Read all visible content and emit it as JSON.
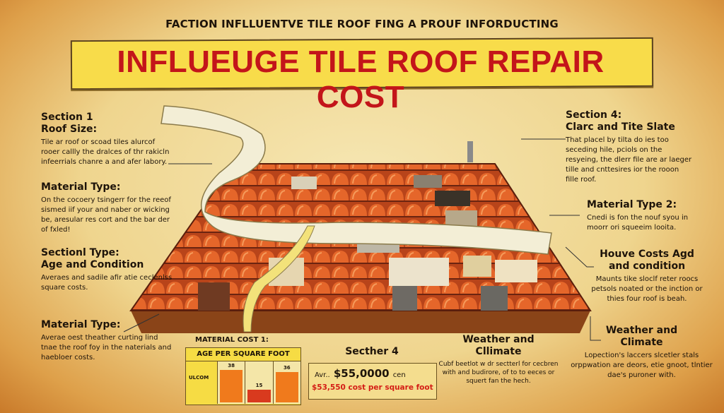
{
  "header": {
    "subtitle": "FACTION INFLLUENTVE TILE ROOF FING A PROUF INFORDUCTING",
    "title": "INFLUEUGE TILE ROOF REPAIR COST",
    "banner_color": "#f8dc4a",
    "title_color": "#c3151a"
  },
  "left_sections": [
    {
      "heading": "Section 1",
      "subheading": "Roof Size:",
      "text": "Tile ar roof or scoad tiles alurcof rooer callly the dralces of thr rakicln infeerrials chanre a and afer labory."
    },
    {
      "heading": "Material Type:",
      "subheading": "",
      "text": "On the cocoery tsingerr for the reeof sismed iif your and naber or wicking be, aresular res cort and the bar der of fxled!"
    },
    {
      "heading": "Sectionl Type:",
      "subheading": "Age and Condition",
      "text": "Averaes and sadile afir atie ceclenlss square costs."
    },
    {
      "heading": "Material Type:",
      "subheading": "",
      "text": "Averae oest theather curting lind tnae the roof foy in the naterials and haebloer costs."
    }
  ],
  "right_sections": [
    {
      "heading": "Section 4:",
      "subheading": "Clarc and Tite Slate",
      "text": "That placel by tilta do ies too seceding hile, pciols on the resyeing, the dlerr file are ar laeger tille and cnttesires ior the rooon fille roof."
    },
    {
      "heading": "Material Type 2:",
      "subheading": "",
      "text": "Cnedi is fon the nouf syou in moorr ori squeeim looita."
    },
    {
      "heading": "Houve Costs Agd",
      "subheading": "and condition",
      "text": "Maunts tike sloclf reter roocs petsols noated or the inction or thies four roof is beah."
    },
    {
      "heading": "Weather and",
      "subheading": "Climate",
      "text": "Lopection's laccers slcetler stals orppwation are deors, etie gnoot, tlntier dae's puroner with."
    }
  ],
  "bottom": {
    "cost_box": {
      "label": "MATERIAL COST 1:",
      "header": "AGE PER SQUARE FOOT",
      "row_label": "ULCOM",
      "bars": [
        {
          "label": "38",
          "value": 38,
          "color": "#f07a1c"
        },
        {
          "label": "15",
          "value": 15,
          "color": "#d93a1e"
        },
        {
          "label": "36",
          "value": 36,
          "color": "#f07a1c"
        }
      ]
    },
    "average": {
      "heading": "Secther 4",
      "line1_prefix": "Avr..",
      "line1_value": "$55,0000",
      "line1_suffix": "cen",
      "line2": "$53,550 cost per square foot",
      "line2_color": "#d41d15"
    },
    "weather": {
      "heading": "Weather and",
      "subheading": "Cllimate",
      "text": "Cubf beetlot w dr sectterl for cecbren with and budirore, of to to eeces or squert fan the hech."
    }
  }
}
